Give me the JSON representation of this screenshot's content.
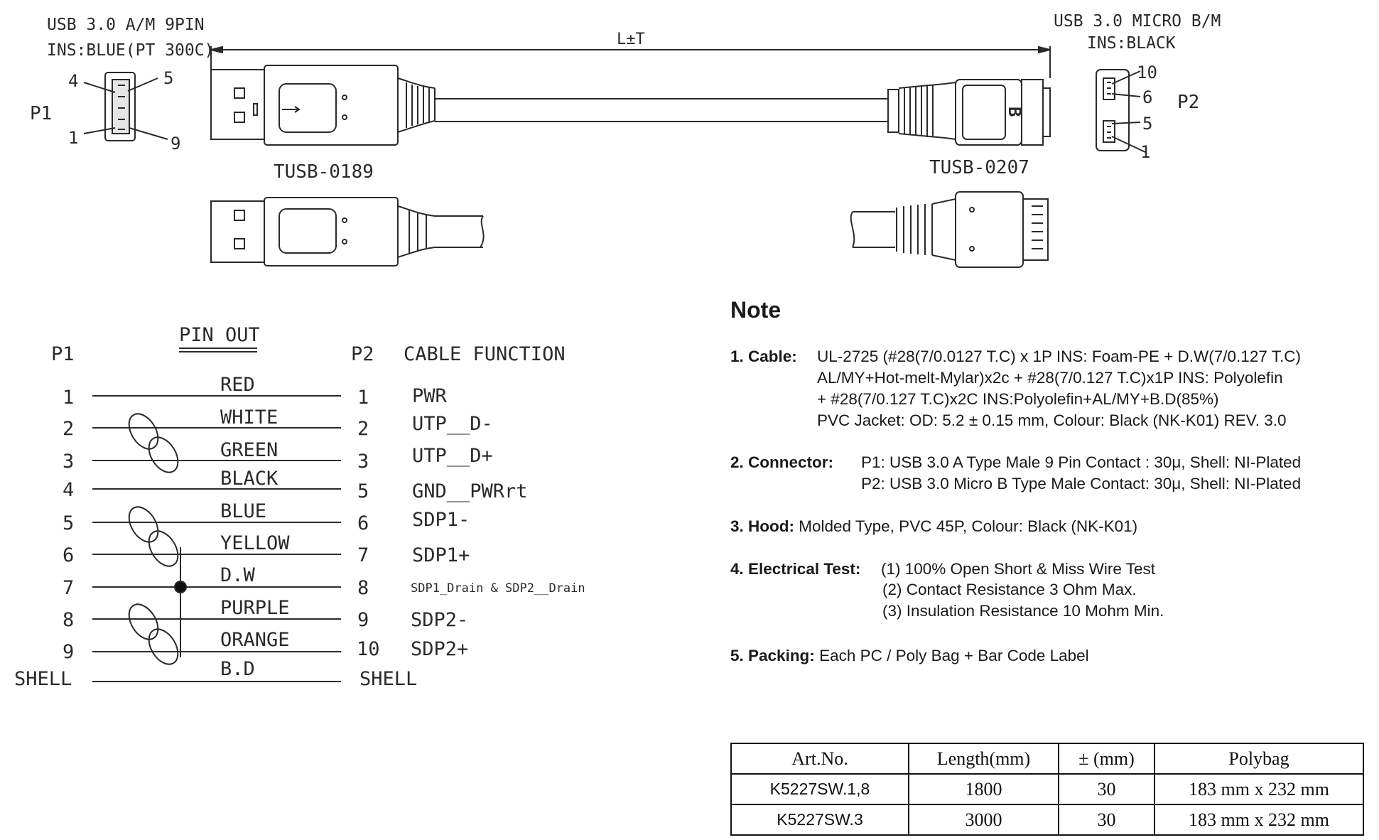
{
  "drawing": {
    "p1": {
      "connector_title_line1": "USB 3.0 A/M 9PIN",
      "connector_title_line2": "INS:BLUE(PT 300C)",
      "label": "P1",
      "pin_numbers": [
        "4",
        "5",
        "1",
        "9"
      ],
      "part_number": "TUSB-0189"
    },
    "p2": {
      "connector_title_line1": "USB 3.0 MICRO B/M",
      "connector_title_line2": "INS:BLACK",
      "label": "P2",
      "pin_numbers": [
        "10",
        "6",
        "5",
        "1"
      ],
      "part_number": "TUSB-0207",
      "b_mark": "B"
    },
    "length_label": "L±T"
  },
  "pinout": {
    "title": "PIN OUT",
    "headers": {
      "p1": "P1",
      "p2": "P2",
      "function": "CABLE FUNCTION"
    },
    "rows": [
      {
        "p1": "1",
        "wire": "RED",
        "p2": "1",
        "function": "PWR"
      },
      {
        "p1": "2",
        "wire": "WHITE",
        "p2": "2",
        "function": "UTP__D-"
      },
      {
        "p1": "3",
        "wire": "GREEN",
        "p2": "3",
        "function": "UTP__D+"
      },
      {
        "p1": "4",
        "wire": "BLACK",
        "p2": "5",
        "function": "GND__PWRrt"
      },
      {
        "p1": "5",
        "wire": "BLUE",
        "p2": "6",
        "function": "SDP1-"
      },
      {
        "p1": "6",
        "wire": "YELLOW",
        "p2": "7",
        "function": "SDP1+"
      },
      {
        "p1": "7",
        "wire": "D.W",
        "p2": "8",
        "function": "SDP1_Drain & SDP2__Drain"
      },
      {
        "p1": "8",
        "wire": "PURPLE",
        "p2": "9",
        "function": "SDP2-"
      },
      {
        "p1": "9",
        "wire": "ORANGE",
        "p2": "10",
        "function": "SDP2+"
      },
      {
        "p1": "SHELL",
        "wire": "B.D",
        "p2": "SHELL",
        "function": ""
      }
    ]
  },
  "notes": {
    "title": "Note",
    "cable": {
      "label": "1. Cable:",
      "lines": [
        "UL-2725 (#28(7/0.0127 T.C) x 1P INS: Foam-PE + D.W(7/0.127 T.C)",
        "AL/MY+Hot-melt-Mylar)x2c + #28(7/0.127 T.C)x1P  INS: Polyolefin",
        "+ #28(7/0.127 T.C)x2C  INS:Polyolefin+AL/MY+B.D(85%)",
        "PVC Jacket: OD: 5.2 ± 0.15 mm, Colour: Black (NK-K01) REV. 3.0"
      ]
    },
    "connector": {
      "label": "2. Connector:",
      "lines": [
        "P1: USB 3.0 A Type Male 9 Pin Contact : 30μ, Shell: NI-Plated",
        "P2: USB 3.0 Micro B Type Male Contact: 30μ, Shell: NI-Plated"
      ]
    },
    "hood": {
      "label": "3. Hood:",
      "text": "Molded Type, PVC 45P, Colour: Black (NK-K01)"
    },
    "electrical": {
      "label": "4. Electrical Test:",
      "lines": [
        "(1) 100% Open Short & Miss Wire Test",
        "(2) Contact Resistance 3 Ohm Max.",
        "(3) Insulation Resistance 10 Mohm Min."
      ]
    },
    "packing": {
      "label": "5. Packing:",
      "text": "Each PC / Poly Bag + Bar Code Label"
    }
  },
  "table": {
    "headers": [
      "Art.No.",
      "Length(mm)",
      "± (mm)",
      "Polybag"
    ],
    "rows": [
      [
        "K5227SW.1,8",
        "1800",
        "30",
        "183 mm x 232 mm"
      ],
      [
        "K5227SW.3",
        "3000",
        "30",
        "183 mm x 232 mm"
      ]
    ]
  }
}
